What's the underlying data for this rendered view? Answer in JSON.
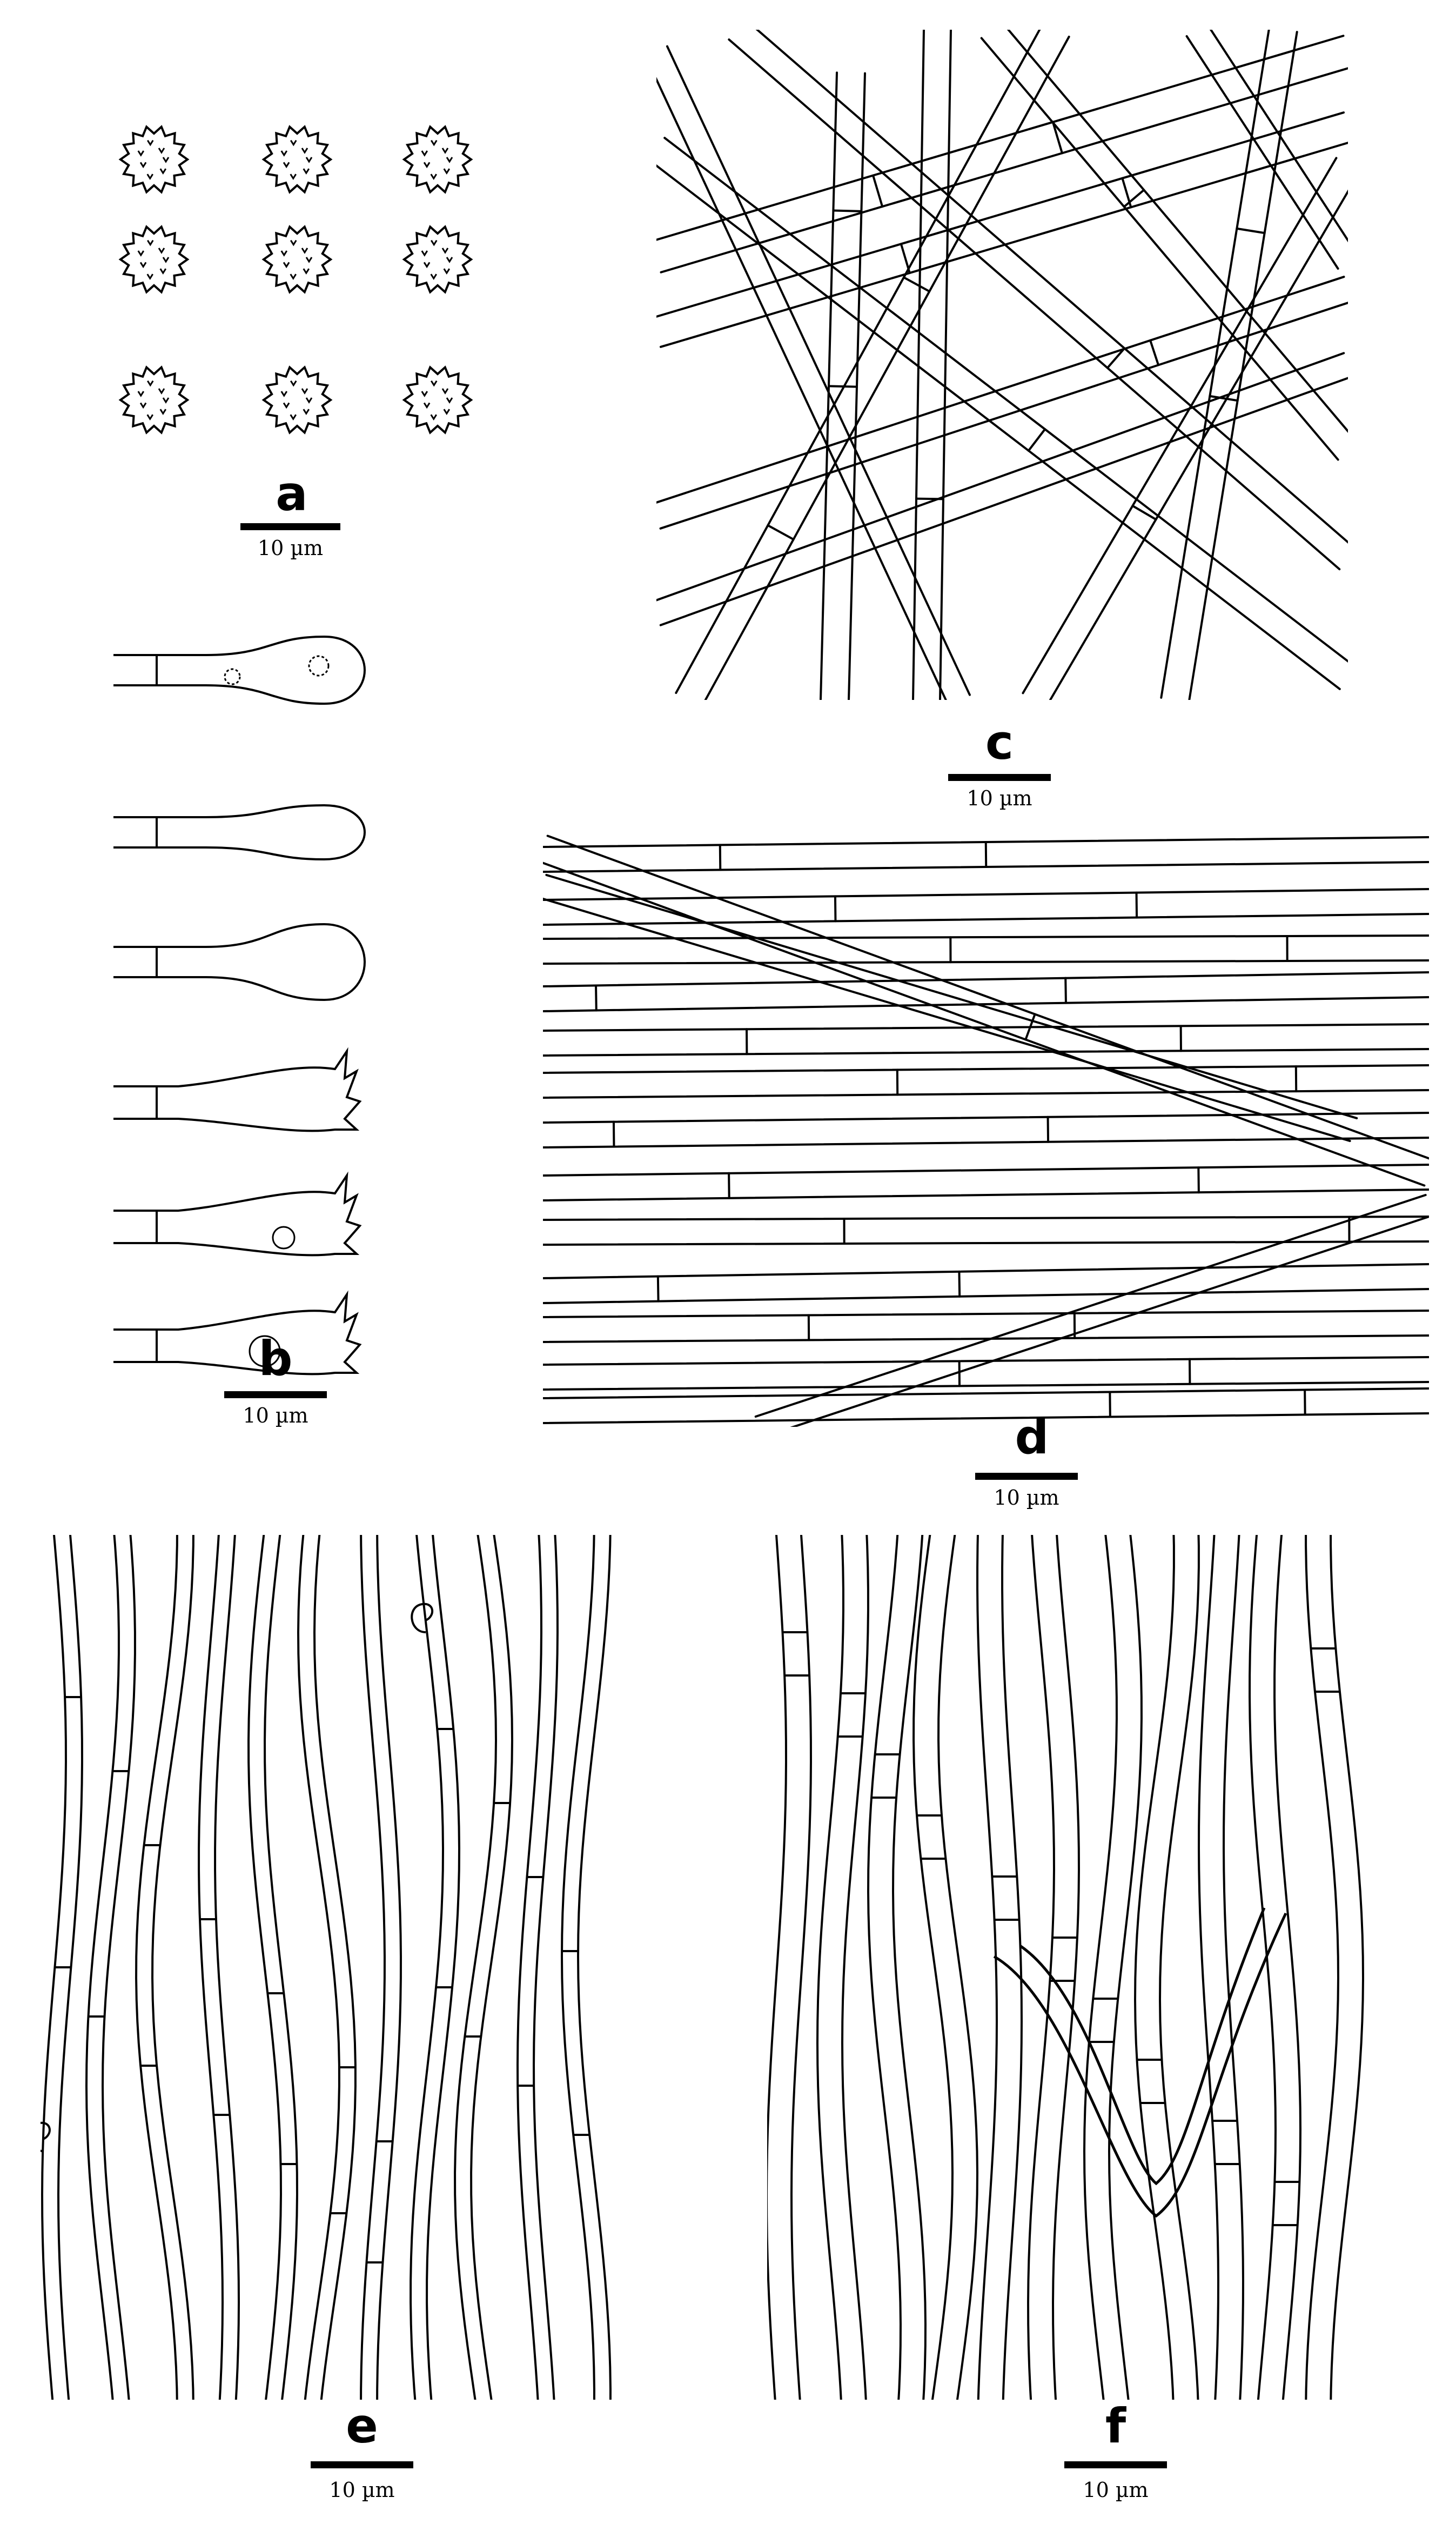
{
  "figure": {
    "panels": [
      {
        "id": "a",
        "label": "a",
        "scale": "10 µm"
      },
      {
        "id": "b",
        "label": "b",
        "scale": "10 µm"
      },
      {
        "id": "c",
        "label": "c",
        "scale": "10 µm"
      },
      {
        "id": "d",
        "label": "d",
        "scale": "10 µm"
      },
      {
        "id": "e",
        "label": "e",
        "scale": "10 µm"
      },
      {
        "id": "f",
        "label": "f",
        "scale": "10 µm"
      }
    ]
  },
  "colors": {
    "ink": "#000000",
    "background": "#ffffff"
  }
}
